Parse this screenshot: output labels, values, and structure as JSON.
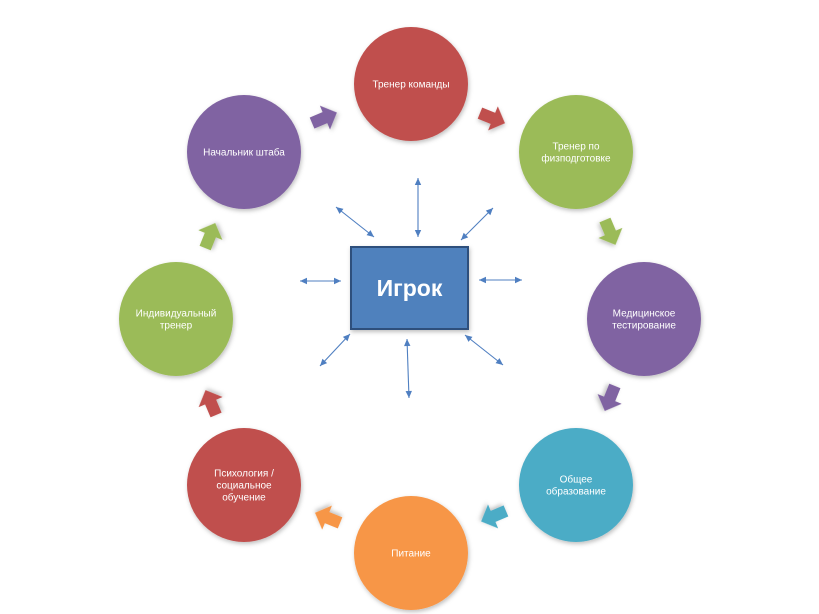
{
  "center": {
    "label": "Игрок",
    "color": "#4f81bd",
    "border_color": "#2f4f7c"
  },
  "nodes": [
    {
      "id": "team-coach",
      "label": [
        "Тренер команды"
      ],
      "color": "#c0504d"
    },
    {
      "id": "fitness-coach",
      "label": [
        "Тренер по",
        "физподготовке"
      ],
      "color": "#9bbb59"
    },
    {
      "id": "medical-testing",
      "label": [
        "Медицинское",
        "тестирование"
      ],
      "color": "#8064a2"
    },
    {
      "id": "general-education",
      "label": [
        "Общее",
        "образование"
      ],
      "color": "#4bacc6"
    },
    {
      "id": "nutrition",
      "label": [
        "Питание"
      ],
      "color": "#f79646"
    },
    {
      "id": "psychology",
      "label": [
        "Психология /",
        "социальное",
        "обучение"
      ],
      "color": "#c0504d"
    },
    {
      "id": "individual-coach",
      "label": [
        "Индивидуальный",
        "тренер"
      ],
      "color": "#9bbb59"
    },
    {
      "id": "chief-of-staff",
      "label": [
        "Начальник штаба"
      ],
      "color": "#8064a2"
    }
  ],
  "cycle_arrows": [
    {
      "id": "team-coach-to-fitness-coach",
      "color": "#c0504d"
    },
    {
      "id": "fitness-coach-to-medical-testing",
      "color": "#9bbb59"
    },
    {
      "id": "medical-testing-to-general-education",
      "color": "#8064a2"
    },
    {
      "id": "general-education-to-nutrition",
      "color": "#4bacc6"
    },
    {
      "id": "nutrition-to-psychology",
      "color": "#f79646"
    },
    {
      "id": "psychology-to-individual-coach",
      "color": "#c0504d"
    },
    {
      "id": "individual-coach-to-chief-of-staff",
      "color": "#9bbb59"
    },
    {
      "id": "chief-of-staff-to-team-coach",
      "color": "#8064a2"
    }
  ],
  "connector_color": "#4f7fc1",
  "connector_count": 8
}
